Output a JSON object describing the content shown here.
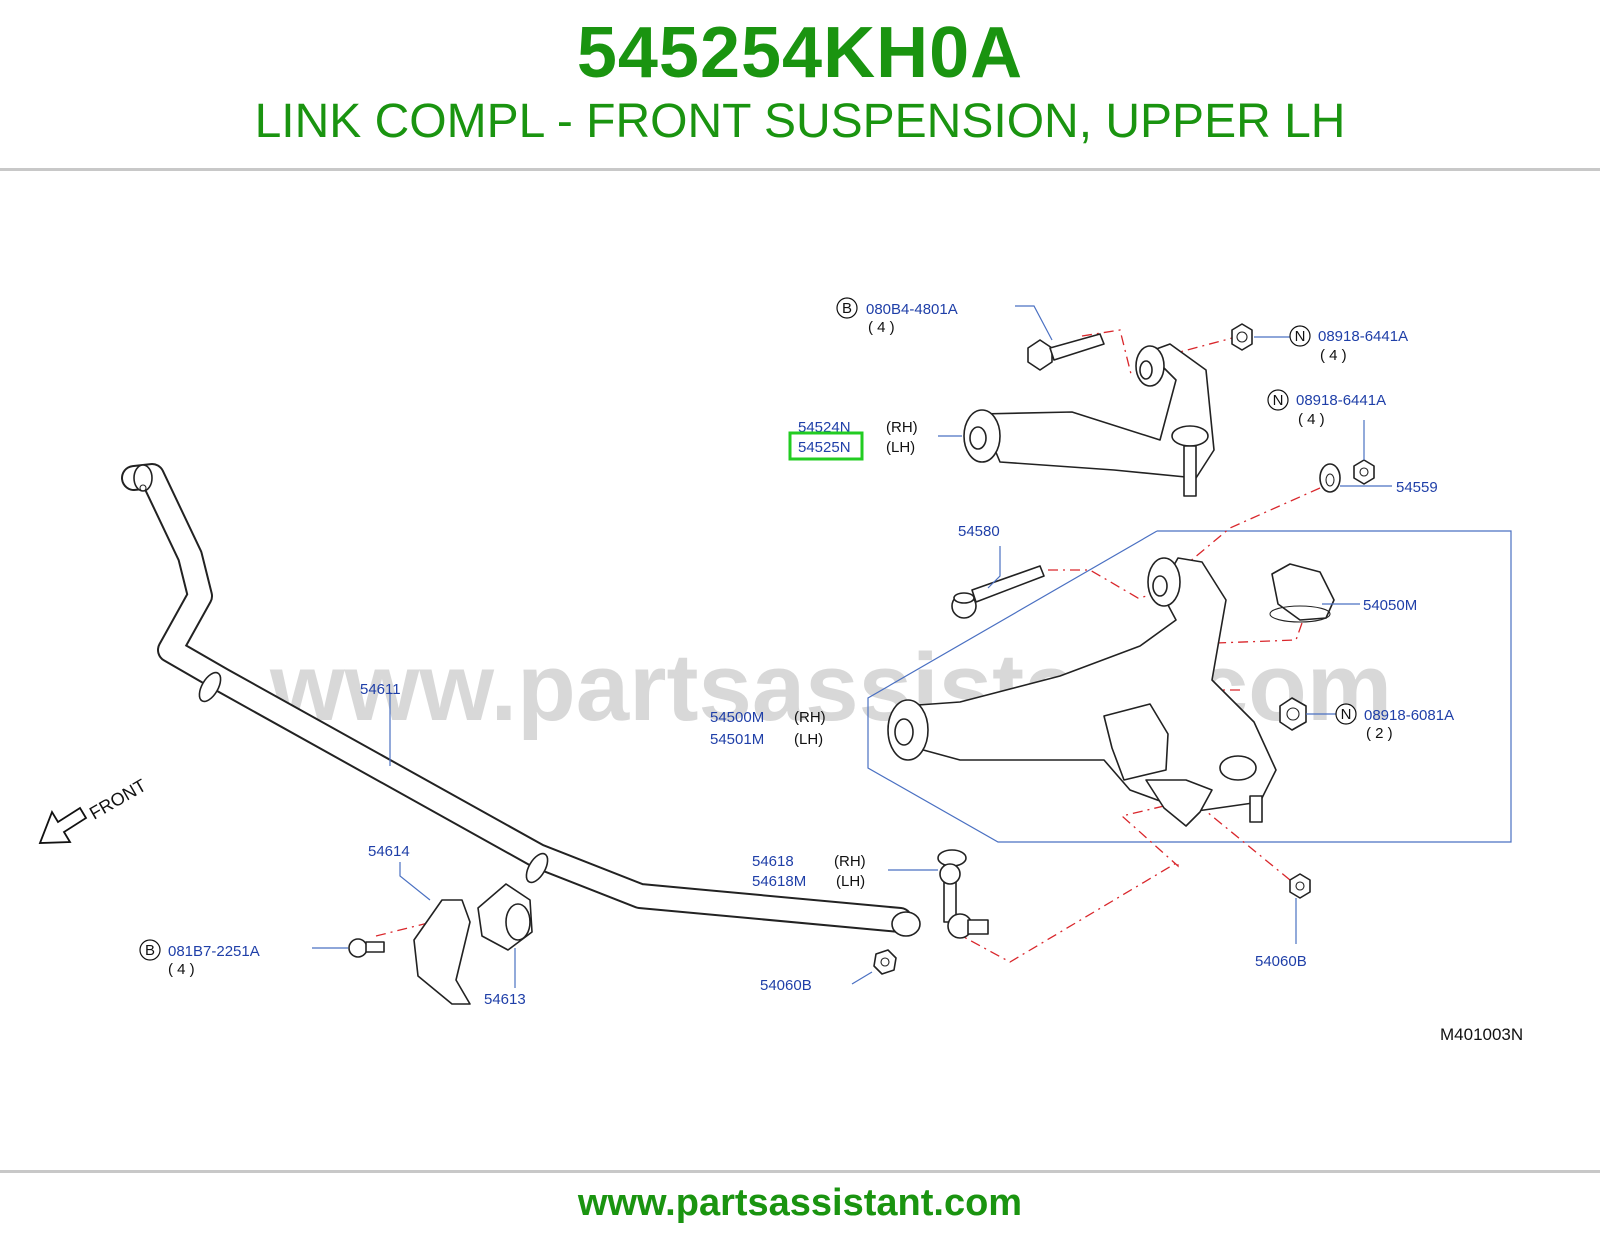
{
  "header": {
    "part_number": "545254KH0A",
    "description": "LINK COMPL - FRONT SUSPENSION, UPPER LH"
  },
  "watermark": "www.partsassistant.com",
  "footer": {
    "url": "www.partsassistant.com"
  },
  "diagram": {
    "code": "M401003N",
    "front_label": "FRONT",
    "callouts": {
      "bolt_upper": {
        "prefix": "B",
        "number": "080B4-4801A",
        "qty": "( 4 )"
      },
      "nut_upper_1": {
        "prefix": "N",
        "number": "08918-6441A",
        "qty": "( 4 )"
      },
      "nut_upper_2": {
        "prefix": "N",
        "number": "08918-6441A",
        "qty": "( 4 )"
      },
      "upper_link_rh": {
        "number": "54524N",
        "side": "(RH)"
      },
      "upper_link_lh": {
        "number": "54525N",
        "side": "(LH)"
      },
      "washer": {
        "number": "54559"
      },
      "bolt_lower": {
        "number": "54580"
      },
      "cap": {
        "number": "54050M"
      },
      "lower_link_rh": {
        "number": "54500M",
        "side": "(RH)"
      },
      "lower_link_lh": {
        "number": "54501M",
        "side": "(LH)"
      },
      "nut_lower": {
        "prefix": "N",
        "number": "08918-6081A",
        "qty": "( 2 )"
      },
      "stabilizer": {
        "number": "54611"
      },
      "clamp": {
        "number": "54614"
      },
      "bushing": {
        "number": "54613"
      },
      "bolt_clamp": {
        "prefix": "B",
        "number": "081B7-2251A",
        "qty": "( 4 )"
      },
      "conn_rod_rh": {
        "number": "54618",
        "side": "(RH)"
      },
      "conn_rod_lh": {
        "number": "54618M",
        "side": "(LH)"
      },
      "nut_rod_1": {
        "number": "54060B"
      },
      "nut_rod_2": {
        "number": "54060B"
      }
    }
  },
  "colors": {
    "brand_green": "#1a9410",
    "callout_blue": "#1f3fa8",
    "highlight": "#22cc22",
    "dash_red": "#d9262b"
  }
}
